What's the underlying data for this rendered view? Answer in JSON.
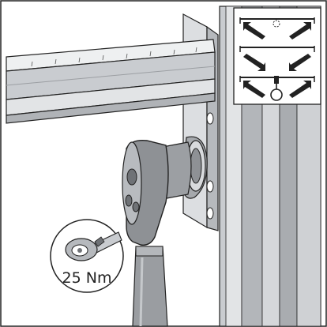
{
  "figure": {
    "torque_label": "25 Nm"
  },
  "colors": {
    "background": "#ffffff",
    "outline": "#222222",
    "post_light": "#d2d4d6",
    "post_mid": "#b9bcbf",
    "post_dark": "#9c9fa3",
    "rail_light": "#e6e8ea",
    "rail_mid": "#c9ccd0",
    "connector": "#8e9195",
    "connector_dark": "#6f7276",
    "cable": "#9a9da1"
  },
  "icons": {
    "inset_panel": "ventilation-direction-inset",
    "torque_callout": "torque-wrench-callout"
  }
}
